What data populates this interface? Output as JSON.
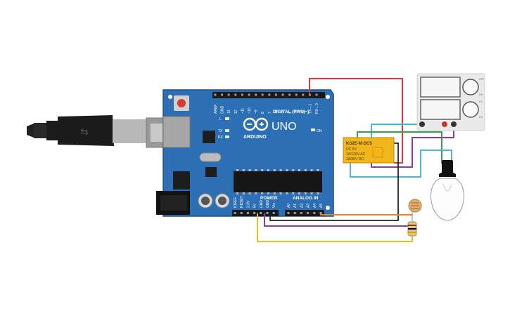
{
  "board": {
    "brand": "ARDUINO",
    "model": "UNO",
    "digital_header": "DIGITAL (PWM~)",
    "power_header": "POWER",
    "analog_header": "ANALOG IN",
    "on_label": "ON",
    "tx_label": "TX",
    "rx_label": "RX",
    "l_label": "L",
    "top_pins": [
      "AREF",
      "GND",
      "13",
      "12",
      "~11",
      "~10",
      "~9",
      "8",
      "7",
      "~6",
      "~5",
      "4",
      "~3",
      "2",
      "TX→1",
      "RX←0"
    ],
    "power_pins": [
      "IOREF",
      "RESET",
      "3.3V",
      "5V",
      "GND",
      "GND",
      "Vin"
    ],
    "analog_pins": [
      "A0",
      "A1",
      "A2",
      "A3",
      "A4",
      "A5"
    ]
  },
  "relay": {
    "part": "KS2E-M-DC5",
    "lines": [
      "DC 5V",
      "1A/125V AC",
      "2A/30V DC"
    ]
  },
  "power_supply": {
    "knob1_top": "OFF",
    "knob1_bottom": "ON",
    "knob2_top": "0.0",
    "knob2_bottom": "0.0"
  },
  "colors": {
    "board": "#2b6cb0",
    "board_edge": "#1e4f86",
    "wire_red": "#d63a3a",
    "wire_green": "#2ca84a",
    "wire_purple": "#8e3aa8",
    "wire_cyan": "#4ab8d8",
    "wire_orange": "#e58a1f",
    "wire_yellow": "#e5c21f",
    "wire_black": "#222222",
    "relay_body": "#f2b51a",
    "bulb_socket": "#111111"
  }
}
